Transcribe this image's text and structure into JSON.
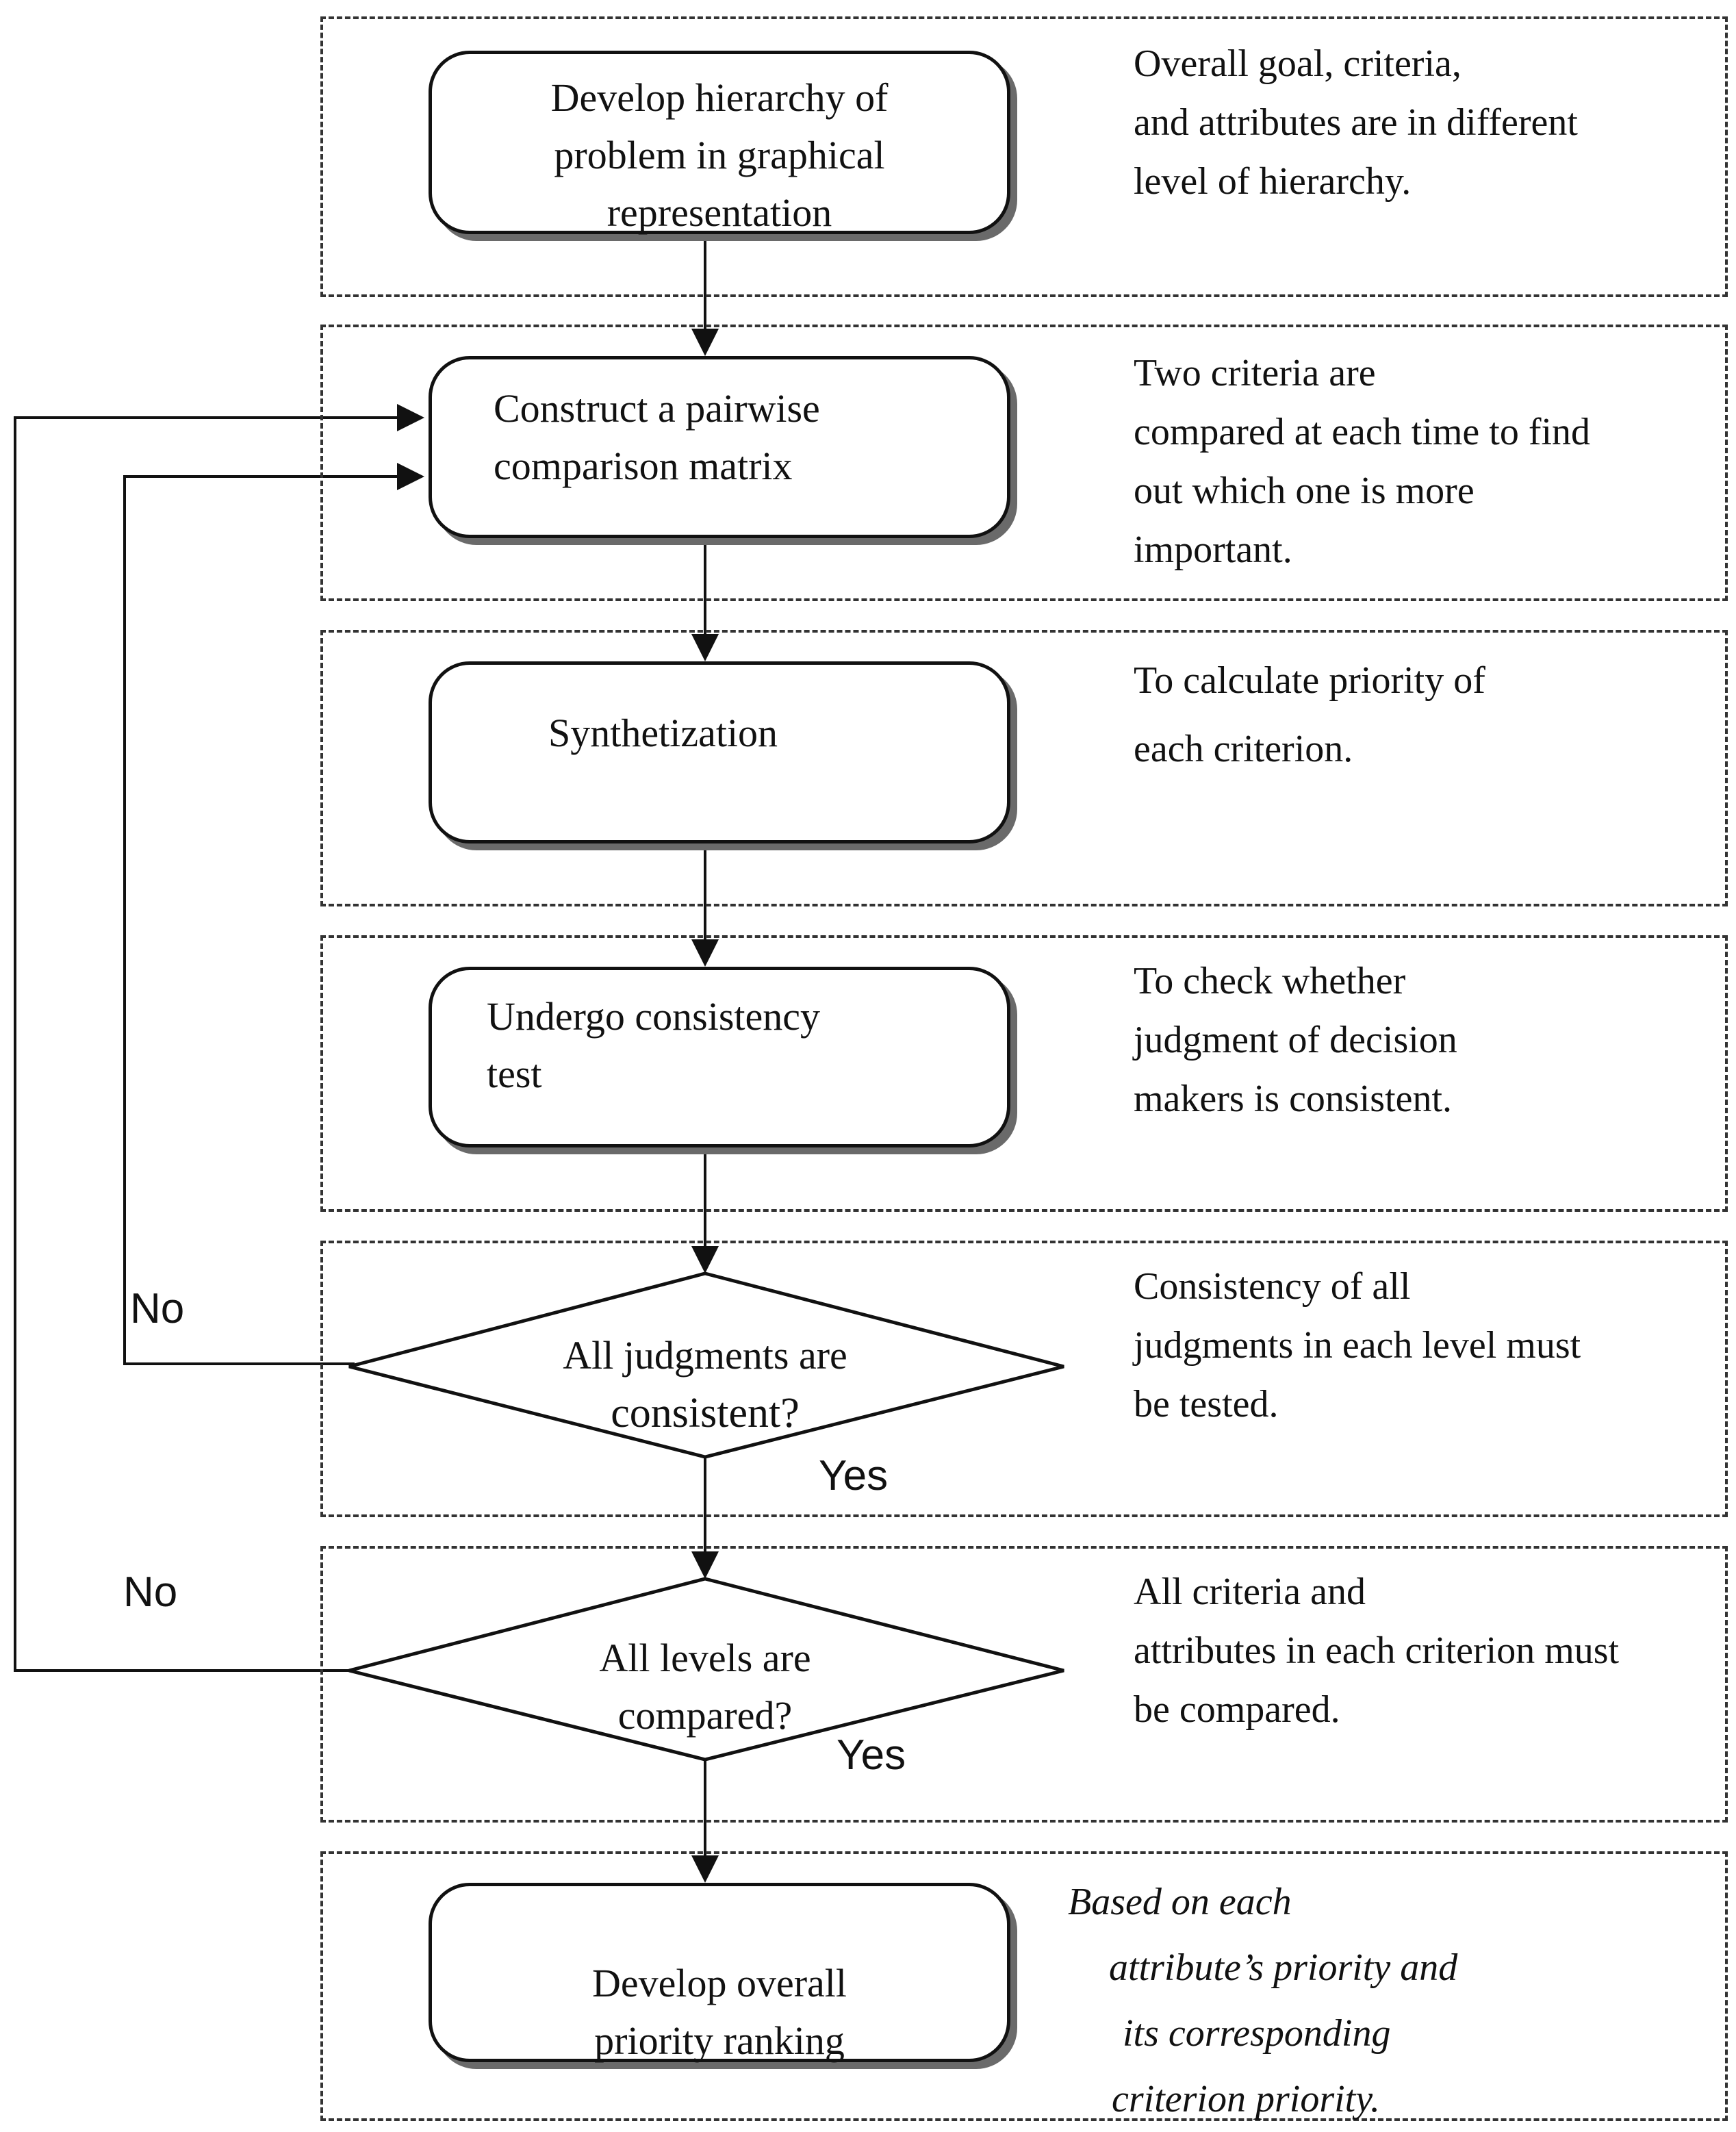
{
  "steps": [
    {
      "id": "hierarchy",
      "label": [
        "Develop hierarchy of",
        "problem in graphical",
        "representation"
      ],
      "note": [
        "Overall goal, criteria,",
        "and attributes are in different",
        "level of hierarchy."
      ]
    },
    {
      "id": "pairwise",
      "label": [
        "Construct a pairwise",
        "comparison matrix"
      ],
      "note": [
        "Two criteria are",
        "compared at each time to find",
        "out which one is more",
        "important."
      ]
    },
    {
      "id": "synthetization",
      "label": [
        "Synthetization"
      ],
      "note": [
        "To calculate priority of",
        "each criterion."
      ]
    },
    {
      "id": "consistency-test",
      "label": [
        "Undergo consistency",
        "test"
      ],
      "note": [
        "To check whether",
        "judgment of decision",
        "makers is consistent."
      ]
    },
    {
      "id": "judgments-consistent",
      "label": [
        "All judgments are",
        "consistent?"
      ],
      "note": [
        "Consistency of all",
        "judgments in each level must",
        "be tested."
      ],
      "no_label": "No",
      "yes_label": "Yes"
    },
    {
      "id": "levels-compared",
      "label": [
        "All levels are",
        "compared?"
      ],
      "note": [
        "All criteria and",
        "attributes in each criterion must",
        "be compared."
      ],
      "no_label": "No",
      "yes_label": "Yes"
    },
    {
      "id": "overall-ranking",
      "label": [
        "Develop overall",
        "priority ranking"
      ],
      "note": [
        "Based on each",
        "attribute’s priority and",
        "its corresponding",
        "criterion priority."
      ]
    }
  ]
}
